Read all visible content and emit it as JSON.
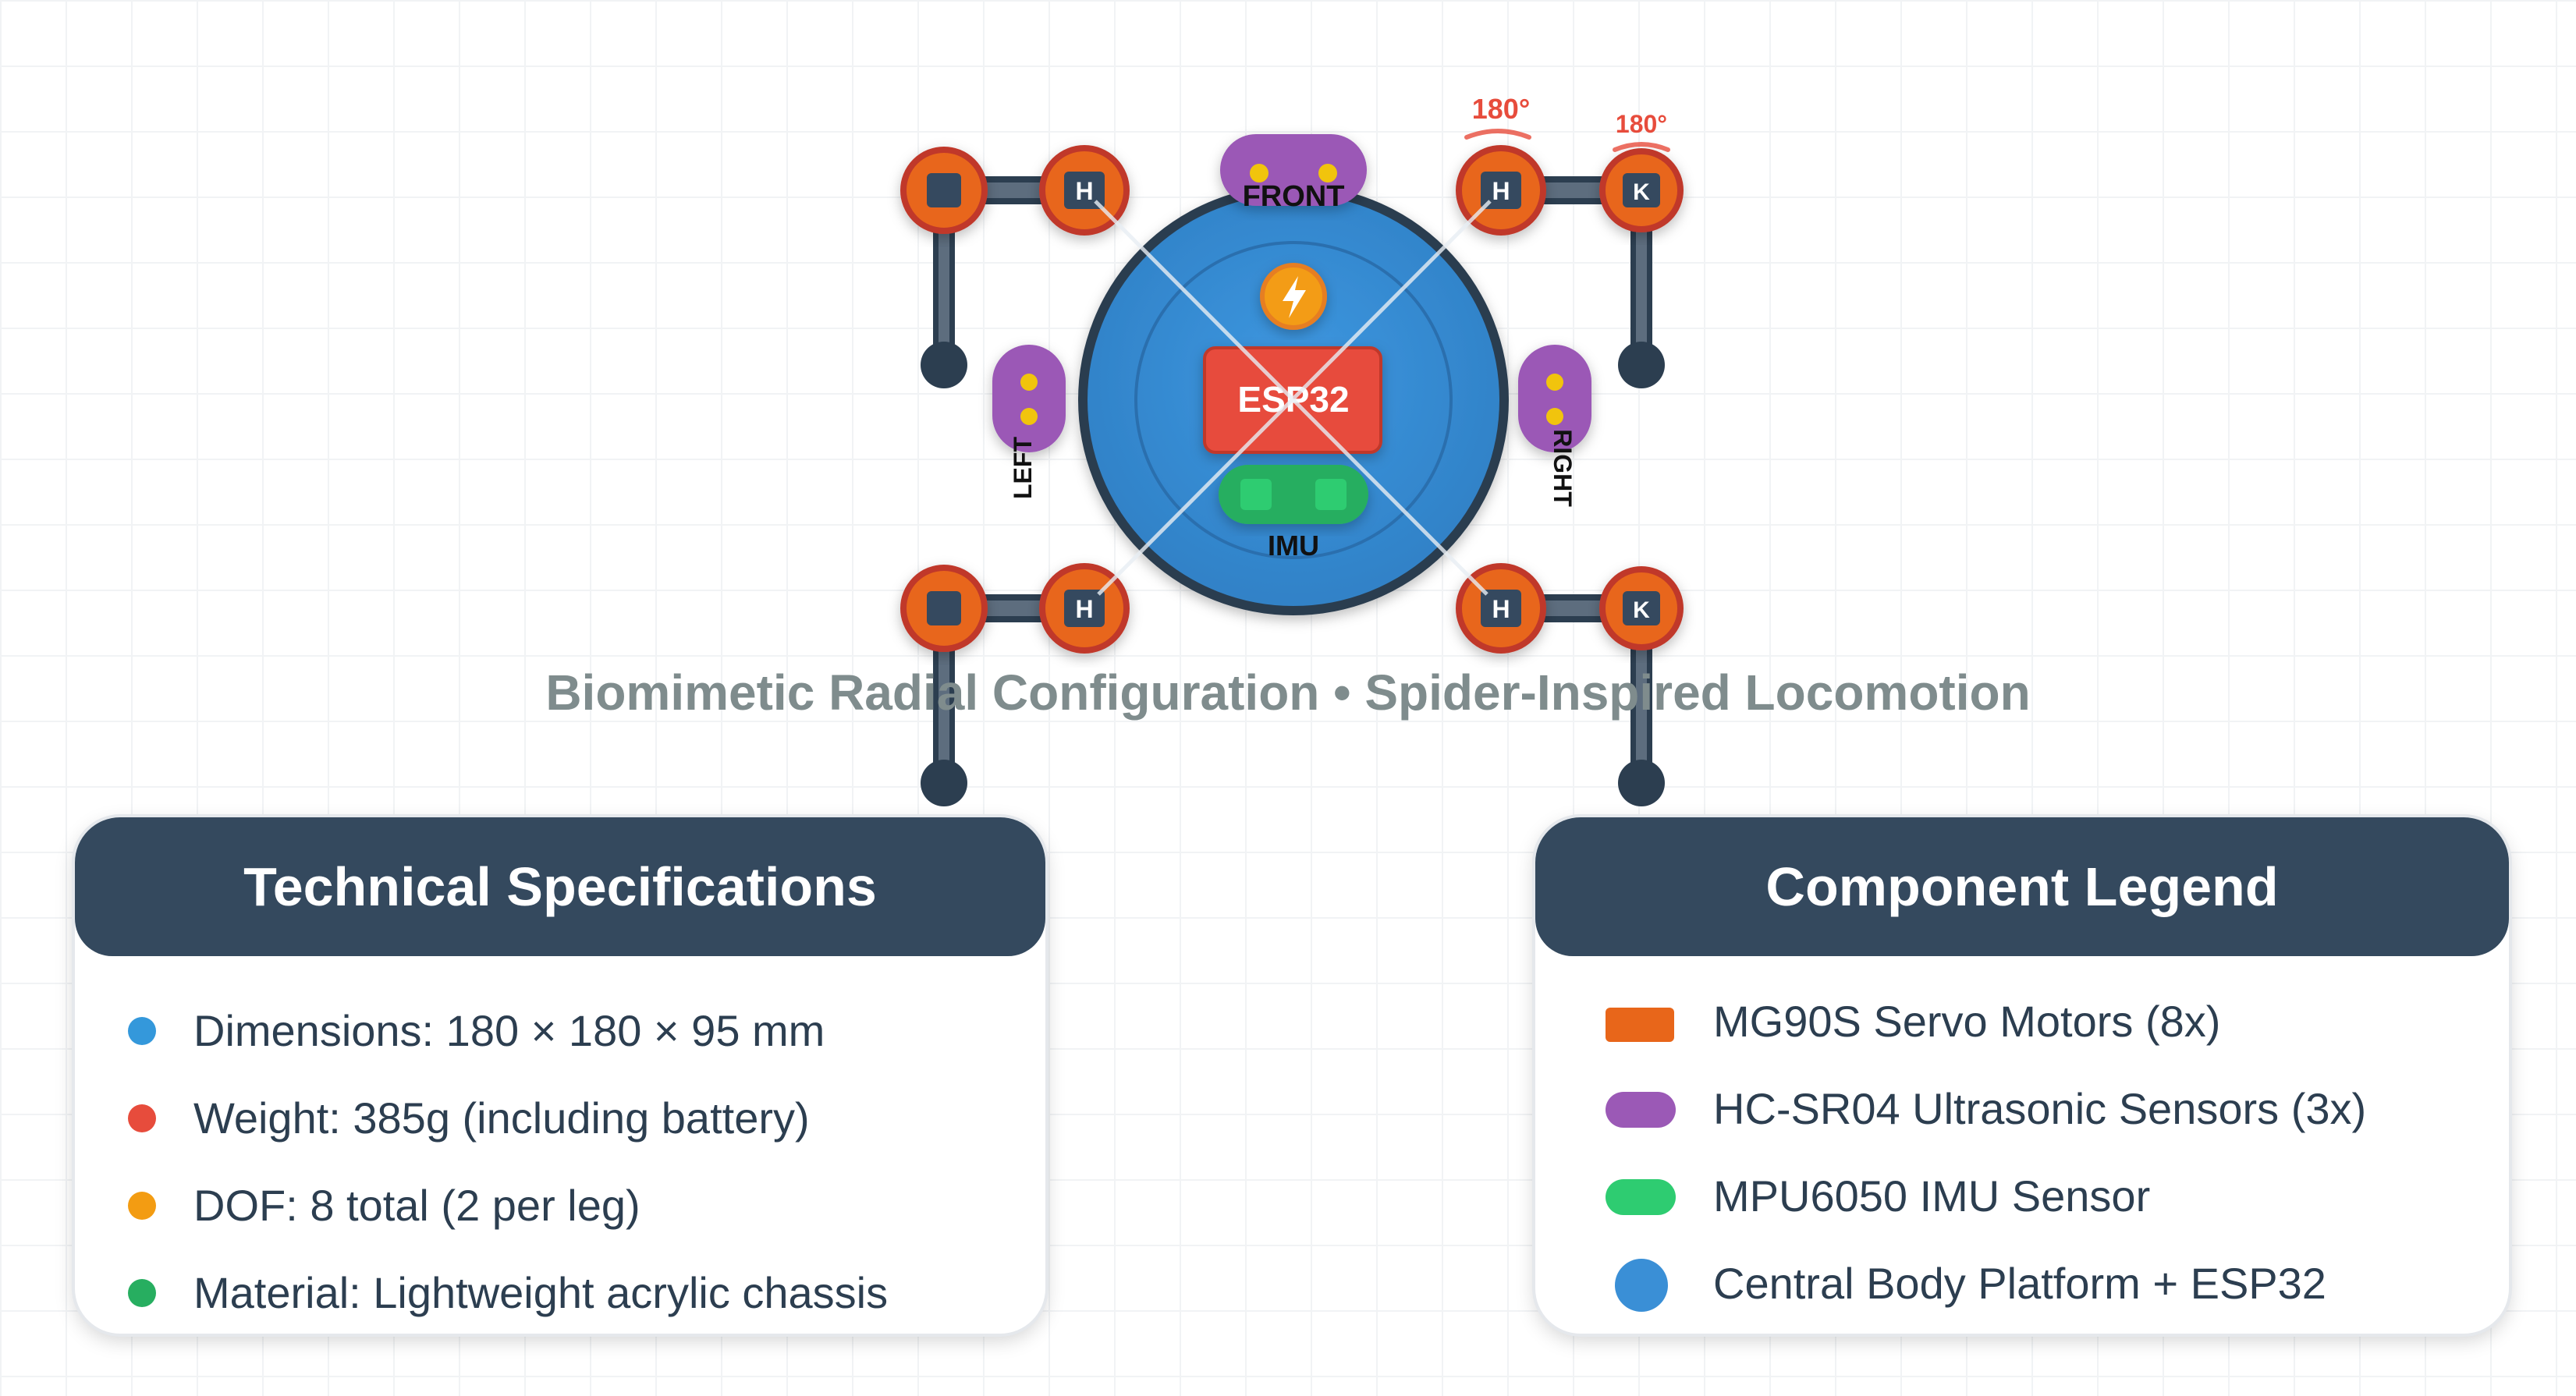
{
  "diagram": {
    "labels": {
      "front": "FRONT",
      "left": "LEFT",
      "right": "RIGHT",
      "esp32": "ESP32",
      "imu": "IMU",
      "hip": "H",
      "knee": "K",
      "angle_front_hip": "180°",
      "angle_front_knee": "180°"
    },
    "colors": {
      "body": "#3a8fd6",
      "body_border": "#2c3e50",
      "servo": "#e8661a",
      "sensor": "#9b59b6",
      "imu": "#2ecc71",
      "esp32": "#e74c3c",
      "power": "#f39c12",
      "angle": "#e74c3c"
    },
    "icons": {
      "power": "lightning-bolt-icon"
    }
  },
  "subtitle": "Biomimetic Radial Configuration • Spider-Inspired Locomotion",
  "specs": {
    "title": "Technical Specifications",
    "items": [
      {
        "text": "Dimensions: 180 × 180 × 95 mm",
        "color": "#3498db"
      },
      {
        "text": "Weight: 385g (including battery)",
        "color": "#e74c3c"
      },
      {
        "text": "DOF: 8 total (2 per leg)",
        "color": "#f39c12"
      },
      {
        "text": "Material: Lightweight acrylic chassis",
        "color": "#27ae60"
      }
    ]
  },
  "legend": {
    "title": "Component Legend",
    "items": [
      {
        "text": "MG90S Servo Motors (8x)",
        "color": "#e8661a",
        "shape": "rect"
      },
      {
        "text": "HC-SR04 Ultrasonic Sensors (3x)",
        "color": "#9b59b6",
        "shape": "pill"
      },
      {
        "text": "MPU6050 IMU Sensor",
        "color": "#2ecc71",
        "shape": "pill"
      },
      {
        "text": "Central Body Platform + ESP32",
        "color": "#3a8fd6",
        "shape": "circle"
      }
    ]
  }
}
